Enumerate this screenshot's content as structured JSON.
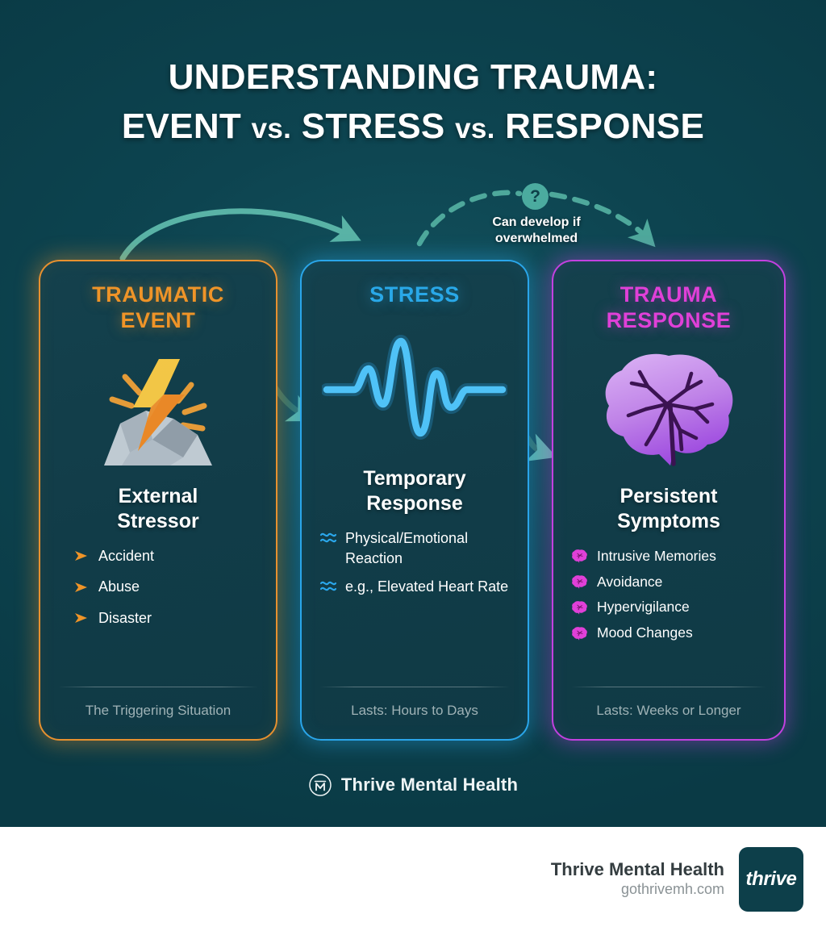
{
  "headline": {
    "line1": "UNDERSTANDING TRAUMA:",
    "line2_a": "EVENT ",
    "line2_vs1": "vs.",
    "line2_b": " STRESS ",
    "line2_vs2": "vs.",
    "line2_c": " RESPONSE"
  },
  "connector": {
    "badge": "?",
    "dashed_label_line1": "Can develop if",
    "dashed_label_line2": "overwhelmed",
    "solid_arrow_color": "#59b3a6",
    "dashed_arrow_color": "#4ea89b"
  },
  "cards": [
    {
      "title_line1": "TRAUMATIC",
      "title_line2": "EVENT",
      "accent": "#ef9428",
      "icon": "lightning-strike-rocks-icon",
      "heading_line1": "External",
      "heading_line2": "Stressor",
      "bullet_marker": "orange-triangle-icon",
      "bullets": [
        "Accident",
        "Abuse",
        "Disaster"
      ],
      "footnote": "The Triggering Situation"
    },
    {
      "title_line1": "STRESS",
      "title_line2": "",
      "accent": "#29a8e8",
      "icon": "pulse-waveform-icon",
      "heading_line1": "Temporary",
      "heading_line2": "Response",
      "bullet_marker": "blue-waves-icon",
      "bullets": [
        "Physical/Emotional Reaction",
        "e.g., Elevated Heart Rate"
      ],
      "footnote": "Lasts: Hours to Days"
    },
    {
      "title_line1": "TRAUMA",
      "title_line2": "RESPONSE",
      "accent": "#e040d8",
      "icon": "cracked-brain-icon",
      "heading_line1": "Persistent",
      "heading_line2": "Symptoms",
      "bullet_marker": "magenta-brain-icon",
      "bullets": [
        "Intrusive Memories",
        "Avoidance",
        "Hypervigilance",
        "Mood Changes"
      ],
      "footnote": "Lasts: Weeks or Longer"
    }
  ],
  "brandline": {
    "name": "Thrive Mental Health",
    "logo": "thrive-monogram-icon"
  },
  "footer": {
    "company": "Thrive Mental Health",
    "url": "gothrivemh.com",
    "logo_text": "thrive",
    "logo_bg": "#0d3f4a"
  }
}
